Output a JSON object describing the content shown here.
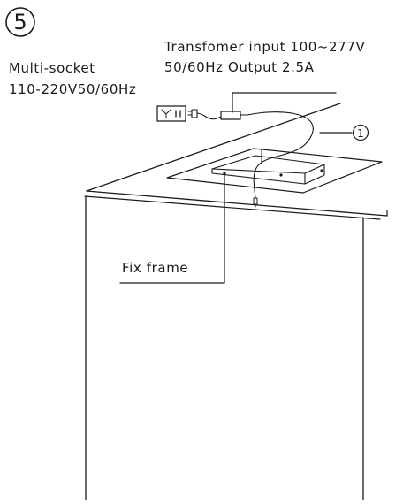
{
  "step": {
    "number": "5"
  },
  "transformer": {
    "line1": "Transfomer input 100~277V",
    "line2": "50/60Hz Output 2.5A"
  },
  "socket": {
    "line1": "Multi-socket",
    "line2": "110-220V50/60Hz"
  },
  "callout": {
    "number": "1"
  },
  "fix_frame": {
    "label": "Fix frame"
  }
}
